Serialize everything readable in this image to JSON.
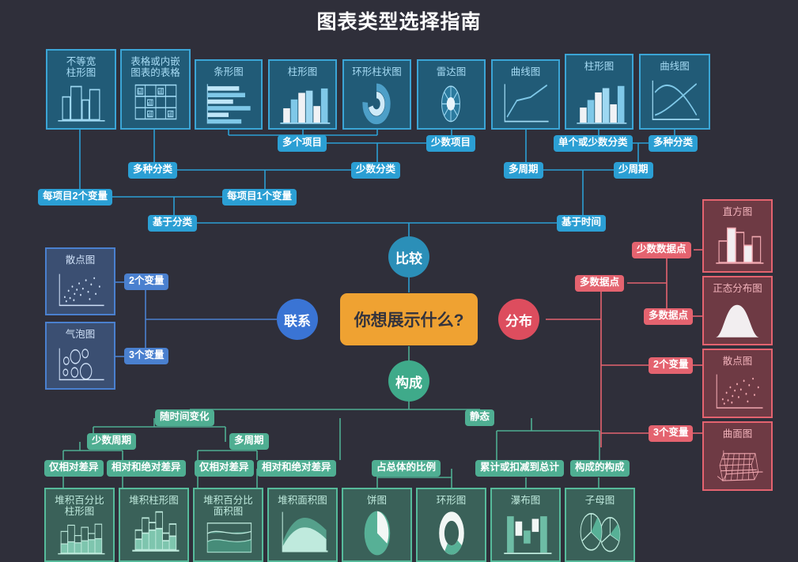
{
  "title": "图表类型选择指南",
  "colors": {
    "background": "#2f2f3a",
    "compare": "#2b8fb8",
    "relate": "#3a74d4",
    "distribution": "#dd4d5e",
    "composition": "#3faa8a",
    "center": "#efa232",
    "blue_card_fill": "#215b77",
    "blue_card_border": "#3ba5d6",
    "navy_card_fill": "#3b4f72",
    "navy_card_border": "#4a80cf",
    "red_card_fill": "#6e3a44",
    "red_card_border": "#e4636f",
    "green_card_fill": "#3a6159",
    "green_card_border": "#56bb9b"
  },
  "center": {
    "label": "你想展示什么?"
  },
  "hubs": {
    "compare": "比较",
    "relate": "联系",
    "distribution": "分布",
    "composition": "构成"
  },
  "cards": {
    "compare": [
      {
        "id": "variable-width-column",
        "label": "不等宽\n柱形图",
        "icon": "variable-width-column-chart-icon"
      },
      {
        "id": "table-with-charts",
        "label": "表格或内嵌\n图表的表格",
        "icon": "table-grid-icon"
      },
      {
        "id": "bar-chart",
        "label": "条形图",
        "icon": "horizontal-bar-chart-icon"
      },
      {
        "id": "column-chart",
        "label": "柱形图",
        "icon": "column-chart-icon"
      },
      {
        "id": "circular-column-chart",
        "label": "环形柱状图",
        "icon": "circular-column-chart-icon"
      },
      {
        "id": "radar-chart",
        "label": "雷达图",
        "icon": "radar-chart-icon"
      },
      {
        "id": "line-chart",
        "label": "曲线图",
        "icon": "line-chart-icon"
      },
      {
        "id": "column-chart-time",
        "label": "柱形图",
        "icon": "column-chart-icon"
      },
      {
        "id": "line-chart-time",
        "label": "曲线图",
        "icon": "crossing-lines-chart-icon"
      }
    ],
    "relate": [
      {
        "id": "scatter-plot",
        "label": "散点图",
        "icon": "scatter-plot-icon"
      },
      {
        "id": "bubble-chart",
        "label": "气泡图",
        "icon": "bubble-chart-icon"
      }
    ],
    "distribution": [
      {
        "id": "histogram",
        "label": "直方图",
        "icon": "histogram-icon"
      },
      {
        "id": "normal-distribution",
        "label": "正态分布图",
        "icon": "bell-curve-icon"
      },
      {
        "id": "scatter-plot-dist",
        "label": "散点图",
        "icon": "scatter-plot-icon"
      },
      {
        "id": "surface-chart",
        "label": "曲面图",
        "icon": "3d-surface-mesh-icon"
      }
    ],
    "composition": [
      {
        "id": "stacked-100-column",
        "label": "堆积百分比\n柱形图",
        "icon": "stacked-100-column-icon"
      },
      {
        "id": "stacked-column",
        "label": "堆积柱形图",
        "icon": "stacked-column-icon"
      },
      {
        "id": "stacked-100-area",
        "label": "堆积百分比\n面积图",
        "icon": "stacked-100-area-icon"
      },
      {
        "id": "stacked-area",
        "label": "堆积面积图",
        "icon": "stacked-area-icon"
      },
      {
        "id": "pie-chart",
        "label": "饼图",
        "icon": "pie-chart-icon"
      },
      {
        "id": "donut-chart",
        "label": "环形图",
        "icon": "donut-chart-icon"
      },
      {
        "id": "waterfall-chart",
        "label": "瀑布图",
        "icon": "waterfall-chart-icon"
      },
      {
        "id": "venn-chart",
        "label": "子母图",
        "icon": "venn-diagram-icon"
      }
    ]
  },
  "labels": {
    "many-items": "多个项目",
    "few-items": "少数项目",
    "few-categories": "少数分类",
    "many-categories": "多种分类",
    "two-vars-per-item": "每项目2个变量",
    "one-var-per-item": "每项目1个变量",
    "by-category": "基于分类",
    "by-time": "基于时间",
    "many-periods": "多周期",
    "few-periods": "少周期",
    "single-or-few-categories": "单个或少数分类",
    "many-categories-time": "多种分类",
    "two-variables": "2个变量",
    "three-variables": "3个变量",
    "few-data-points": "少数数据点",
    "many-data-points": "多数据点",
    "many-data-points-2": "多数据点",
    "two-variables-dist": "2个变量",
    "three-variables-dist": "3个变量",
    "changes-over-time": "随时间变化",
    "static": "静态",
    "few-periods-comp": "少数周期",
    "many-periods-comp": "多周期",
    "relative-only-a": "仅相对差异",
    "relative-and-absolute-a": "相对和绝对差异",
    "relative-only-b": "仅相对差异",
    "relative-and-absolute-b": "相对和绝对差异",
    "share-of-total": "占总体的比例",
    "accumulate-or-subtract": "累计或扣减到总计",
    "components-of-components": "构成的构成"
  },
  "chart_data": {
    "type": "diagram",
    "title": "图表类型选择指南",
    "root": "你想展示什么?",
    "branches": [
      {
        "name": "比较",
        "color": "#2b8fb8",
        "paths": [
          {
            "decisions": [
              "基于分类",
              "每项目2个变量"
            ],
            "result": "不等宽柱形图"
          },
          {
            "decisions": [
              "基于分类",
              "每项目1个变量",
              "多种分类"
            ],
            "result": "表格或内嵌图表的表格"
          },
          {
            "decisions": [
              "基于分类",
              "每项目1个变量",
              "少数分类",
              "多个项目"
            ],
            "result": "条形图"
          },
          {
            "decisions": [
              "基于分类",
              "每项目1个变量",
              "少数分类",
              "多个项目"
            ],
            "result": "柱形图"
          },
          {
            "decisions": [
              "基于分类",
              "每项目1个变量",
              "少数分类",
              "多个项目"
            ],
            "result": "环形柱状图"
          },
          {
            "decisions": [
              "基于分类",
              "每项目1个变量",
              "少数分类",
              "少数项目"
            ],
            "result": "雷达图"
          },
          {
            "decisions": [
              "基于时间",
              "多周期"
            ],
            "result": "曲线图"
          },
          {
            "decisions": [
              "基于时间",
              "少周期",
              "单个或少数分类"
            ],
            "result": "柱形图"
          },
          {
            "decisions": [
              "基于时间",
              "少周期",
              "多种分类"
            ],
            "result": "曲线图"
          }
        ]
      },
      {
        "name": "联系",
        "color": "#3a74d4",
        "paths": [
          {
            "decisions": [
              "2个变量"
            ],
            "result": "散点图"
          },
          {
            "decisions": [
              "3个变量"
            ],
            "result": "气泡图"
          }
        ]
      },
      {
        "name": "分布",
        "color": "#dd4d5e",
        "paths": [
          {
            "decisions": [
              "多数据点",
              "少数数据点"
            ],
            "result": "直方图"
          },
          {
            "decisions": [
              "多数据点",
              "多数据点"
            ],
            "result": "正态分布图"
          },
          {
            "decisions": [
              "2个变量"
            ],
            "result": "散点图"
          },
          {
            "decisions": [
              "3个变量"
            ],
            "result": "曲面图"
          }
        ]
      },
      {
        "name": "构成",
        "color": "#3faa8a",
        "paths": [
          {
            "decisions": [
              "随时间变化",
              "少数周期",
              "仅相对差异"
            ],
            "result": "堆积百分比柱形图"
          },
          {
            "decisions": [
              "随时间变化",
              "少数周期",
              "相对和绝对差异"
            ],
            "result": "堆积柱形图"
          },
          {
            "decisions": [
              "随时间变化",
              "多周期",
              "仅相对差异"
            ],
            "result": "堆积百分比面积图"
          },
          {
            "decisions": [
              "随时间变化",
              "多周期",
              "相对和绝对差异"
            ],
            "result": "堆积面积图"
          },
          {
            "decisions": [
              "静态",
              "占总体的比例"
            ],
            "result": "饼图"
          },
          {
            "decisions": [
              "静态",
              "占总体的比例"
            ],
            "result": "环形图"
          },
          {
            "decisions": [
              "静态",
              "累计或扣减到总计"
            ],
            "result": "瀑布图"
          },
          {
            "decisions": [
              "静态",
              "构成的构成"
            ],
            "result": "子母图"
          }
        ]
      }
    ]
  }
}
